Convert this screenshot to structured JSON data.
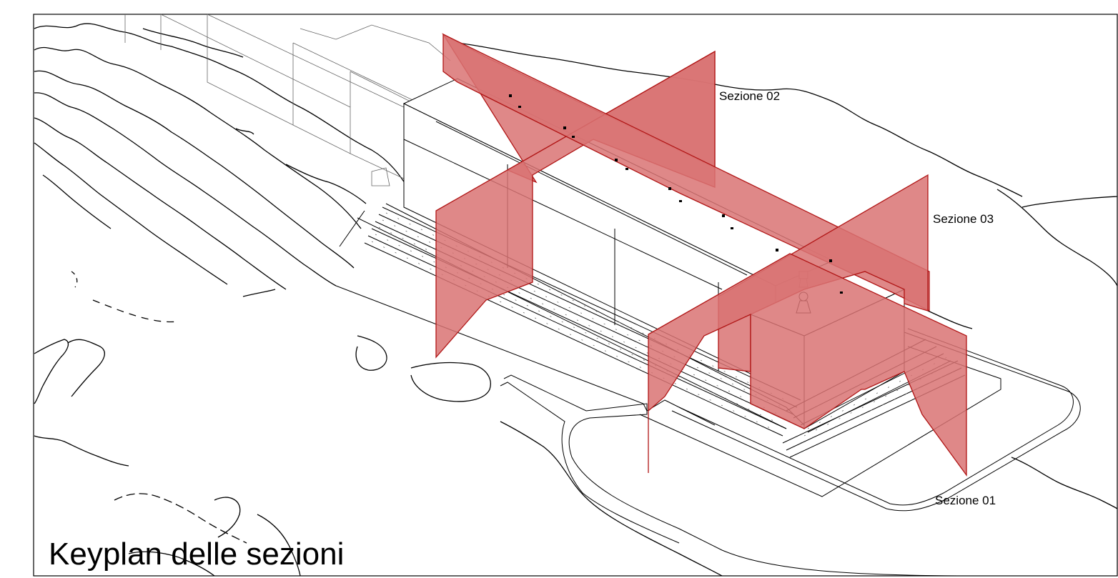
{
  "title": "Keyplan delle sezioni",
  "sections": [
    {
      "id": "sezione-01",
      "label": "Sezione 01"
    },
    {
      "id": "sezione-02",
      "label": "Sezione 02"
    },
    {
      "id": "sezione-03",
      "label": "Sezione 03"
    }
  ],
  "colors": {
    "section_plane": "#d97373",
    "section_plane_edge": "#b01515",
    "linework": "#000000",
    "background": "#ffffff"
  }
}
